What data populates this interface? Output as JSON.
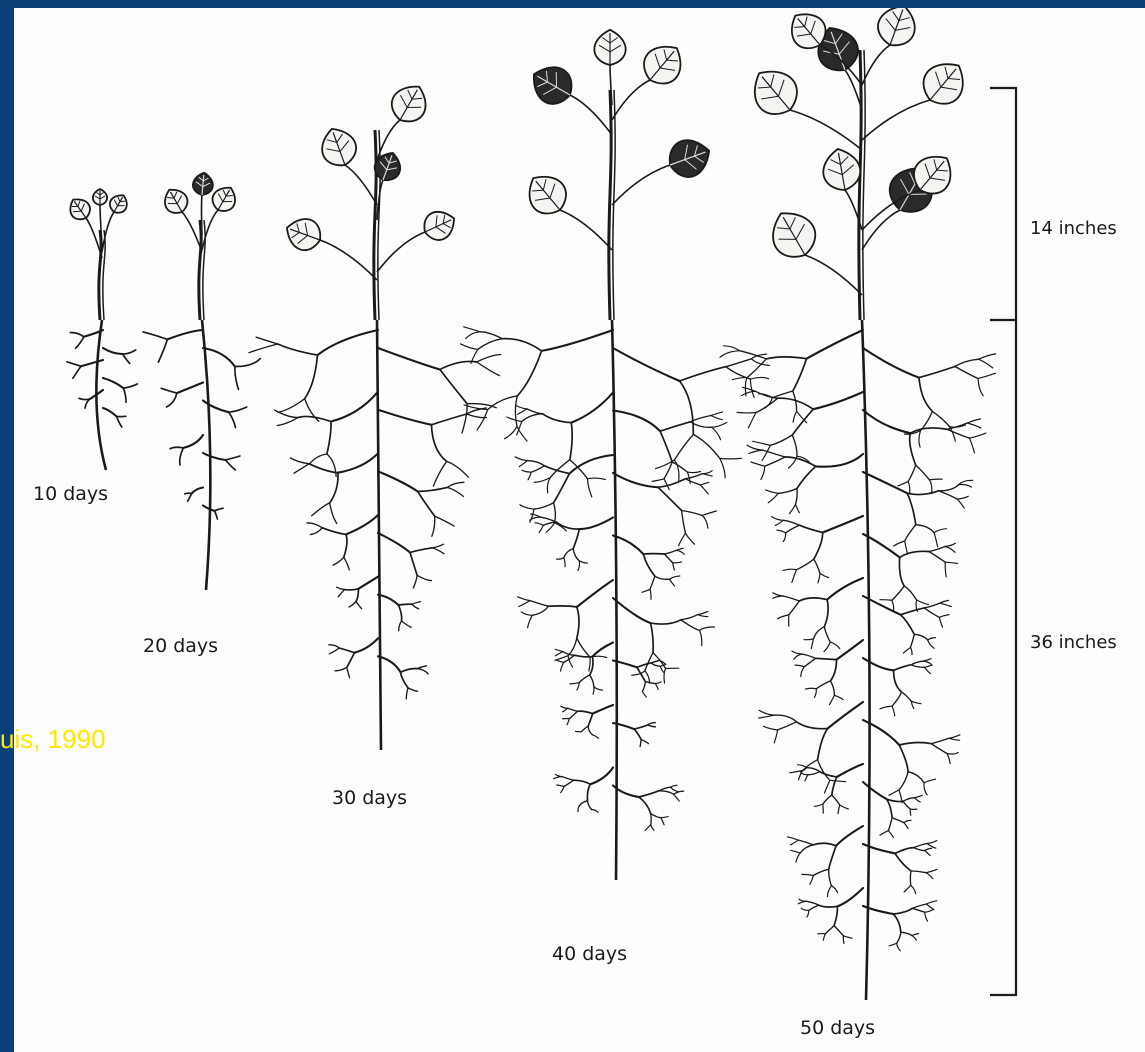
{
  "figure": {
    "plants": [
      {
        "label": "10 days"
      },
      {
        "label": "20 days"
      },
      {
        "label": "30 days"
      },
      {
        "label": "40 days"
      },
      {
        "label": "50 days"
      }
    ],
    "scale": {
      "top_label": "14 inches",
      "bottom_label": "36 inches"
    },
    "citation": "uis, 1990"
  },
  "colors": {
    "slide_background": "#0b3f78",
    "panel_background": "#fdfdfb",
    "ink": "#1a1a1a",
    "citation_text": "#ffe800"
  }
}
